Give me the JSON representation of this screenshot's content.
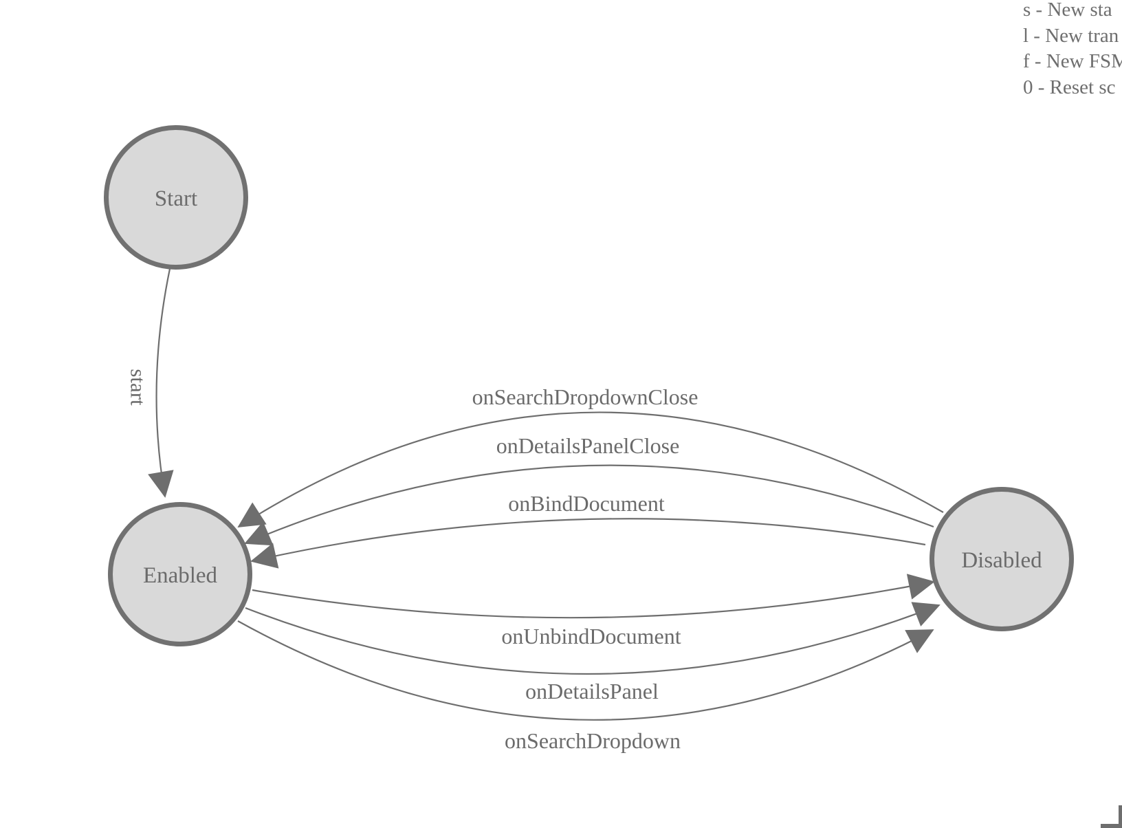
{
  "legend": {
    "lines": [
      "s - New sta",
      "l - New tran",
      "f - New FSM",
      "0 - Reset sc"
    ]
  },
  "fsm": {
    "states": [
      {
        "label": "Start"
      },
      {
        "label": "Enabled"
      },
      {
        "label": "Disabled"
      }
    ],
    "transitions": [
      {
        "label": "start",
        "from": "Start",
        "to": "Enabled"
      },
      {
        "label": "onSearchDropdownClose",
        "from": "Disabled",
        "to": "Enabled"
      },
      {
        "label": "onDetailsPanelClose",
        "from": "Disabled",
        "to": "Enabled"
      },
      {
        "label": "onBindDocument",
        "from": "Disabled",
        "to": "Enabled"
      },
      {
        "label": "onUnbindDocument",
        "from": "Enabled",
        "to": "Disabled"
      },
      {
        "label": "onDetailsPanel",
        "from": "Enabled",
        "to": "Disabled"
      },
      {
        "label": "onSearchDropdown",
        "from": "Enabled",
        "to": "Disabled"
      }
    ]
  },
  "colors": {
    "background": "#ffffff",
    "node_fill": "#d9d9d9",
    "node_stroke": "#717171",
    "edge_stroke": "#6e6e6e",
    "text": "#6b6b6b"
  }
}
